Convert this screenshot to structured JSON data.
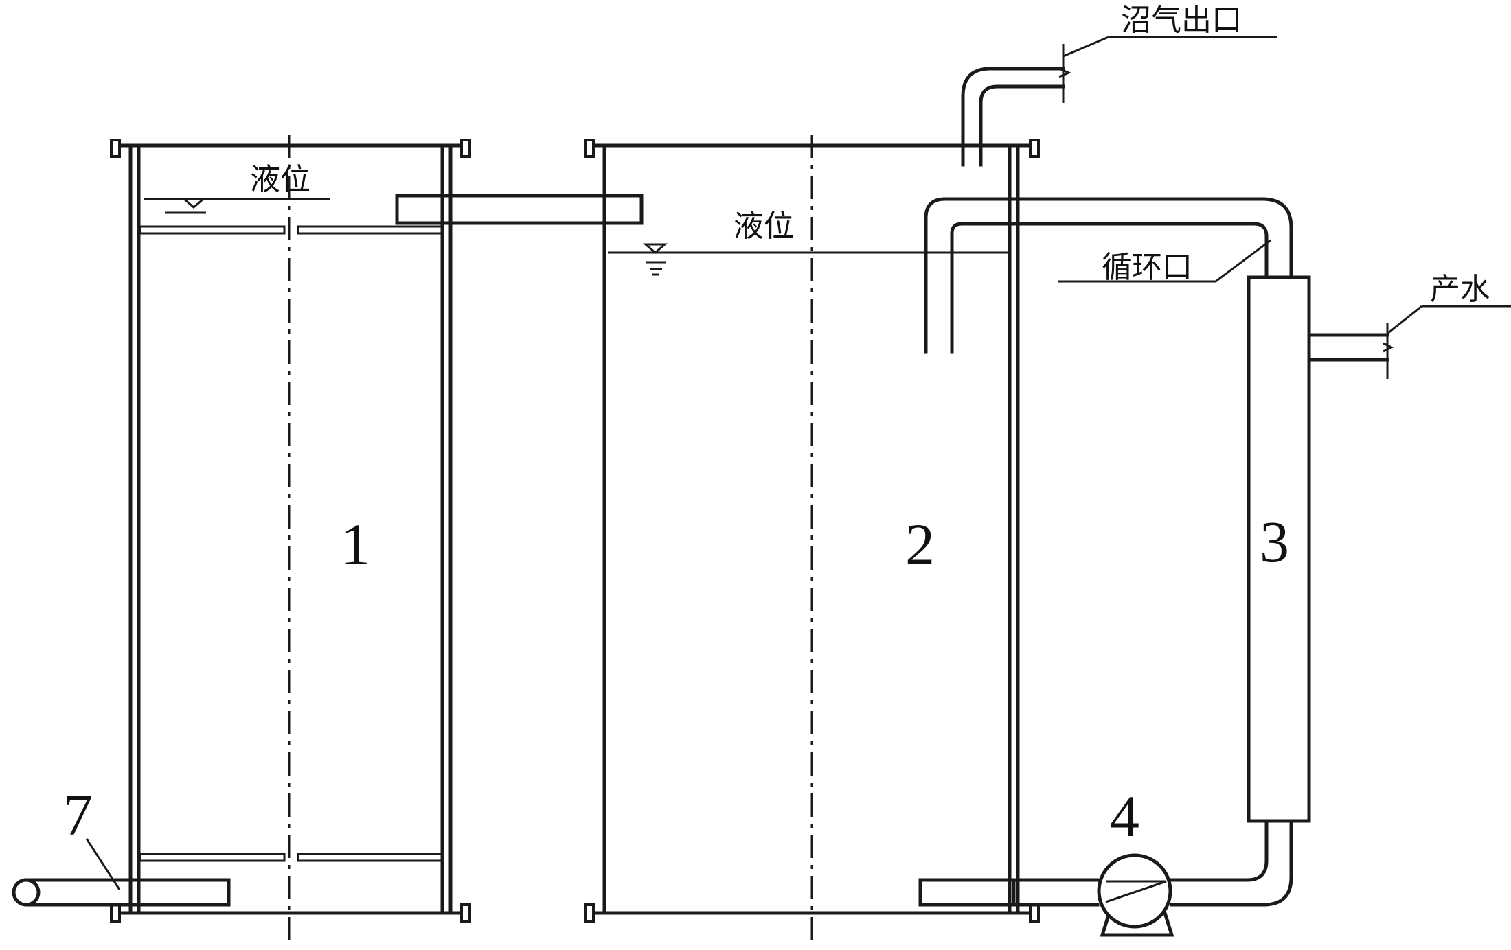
{
  "labels": {
    "liquid_level_1": "液位",
    "liquid_level_2": "液位",
    "biogas_outlet": "沼气出口",
    "circulation_port": "循环口",
    "product_water": "产水"
  },
  "numbers": {
    "tank_1": "1",
    "tank_2": "2",
    "membrane_3": "3",
    "pump_4": "4",
    "inlet_7": "7"
  }
}
